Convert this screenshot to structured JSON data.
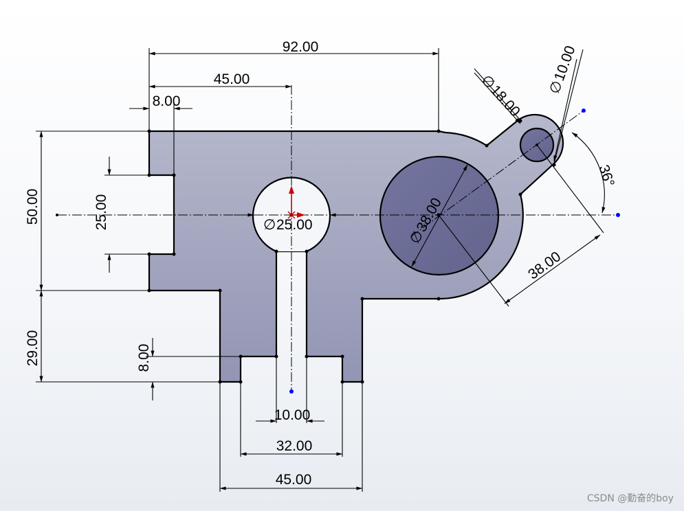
{
  "dimensions": {
    "overall_width": "92.00",
    "hole_offset": "45.00",
    "slot_depth": "8.00",
    "left_height": "50.00",
    "notch_height": "25.00",
    "lower_height": "29.00",
    "foot_height": "8.00",
    "hole_diameter": "25.00",
    "slot_width": "10.00",
    "inner_width": "32.00",
    "leg_width": "45.00",
    "bore_diameter": "38.00",
    "arc_radius_dist": "38.00",
    "lug_outer_dia": "18.00",
    "lug_hole_dia": "10.00",
    "lug_angle": "36°"
  },
  "symbols": {
    "diameter": "∅"
  },
  "watermark": "CSDN @勤奋的boy",
  "colors": {
    "part": "#a3a6c0",
    "bore": "#6d6f97",
    "point": "#0000ff",
    "origin": "#d10000"
  }
}
